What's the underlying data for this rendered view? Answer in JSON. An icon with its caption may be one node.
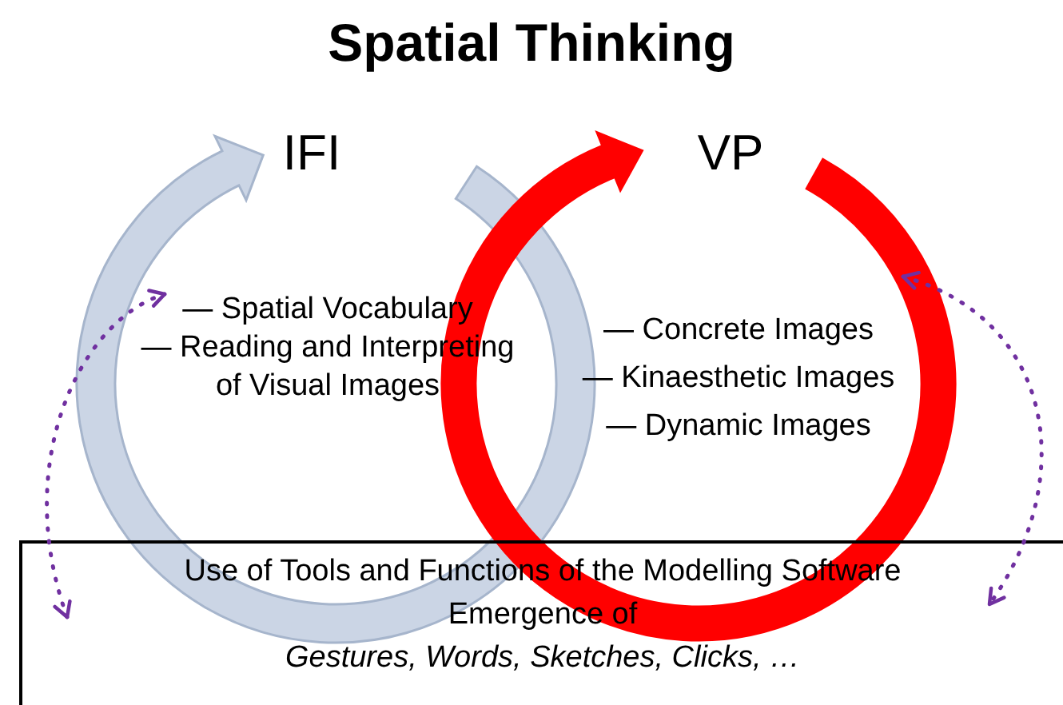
{
  "diagram": {
    "title": "Spatial Thinking",
    "nodes": [
      {
        "text": [
          "IFI",
          "— Spatial Vocabulary",
          "— Reading and Interpreting of Visual Images"
        ]
      },
      {
        "text": [
          "VP",
          "— Concrete Images",
          "— Kinaesthetic Images",
          "— Dynamic Images"
        ]
      },
      {
        "text": [
          "Use of Tools and Functions of the Modelling Software",
          "Emergence of",
          "Gestures, Words, Sketches, Clicks, …"
        ]
      }
    ],
    "edges": [
      {
        "from": 2,
        "to": 0,
        "arrow": "both",
        "style": "dashed"
      },
      {
        "from": 1,
        "to": 2,
        "arrow": "both",
        "style": "dashed"
      }
    ]
  }
}
